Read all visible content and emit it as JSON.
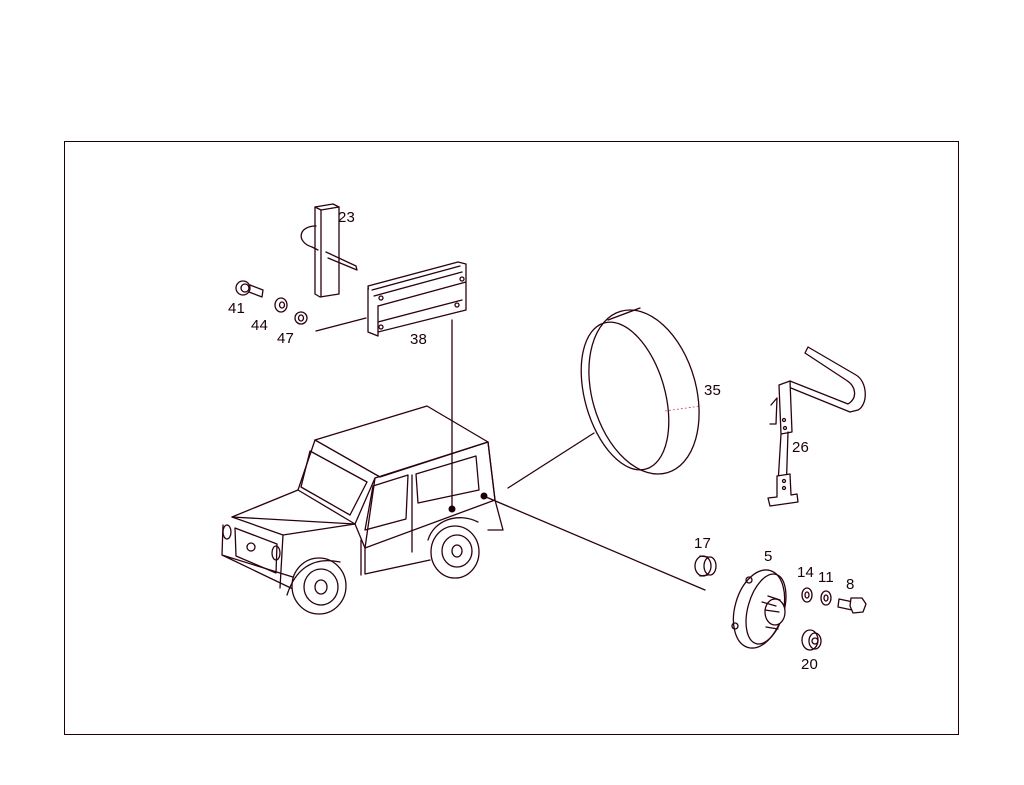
{
  "diagram": {
    "type": "exploded-parts-diagram",
    "subject": "spare wheel carrier assembly on off-road vehicle",
    "colors": {
      "line": "#2a0010",
      "accent": "#c0174a",
      "background": "#ffffff"
    },
    "parts": [
      {
        "id": "p23",
        "number": "23",
        "name": "carrier post with U-bolt"
      },
      {
        "id": "p41",
        "number": "41",
        "name": "hex bolt"
      },
      {
        "id": "p44",
        "number": "44",
        "name": "washer"
      },
      {
        "id": "p47",
        "number": "47",
        "name": "spring washer"
      },
      {
        "id": "p38",
        "number": "38",
        "name": "mounting bracket"
      },
      {
        "id": "p35",
        "number": "35",
        "name": "spare wheel cover"
      },
      {
        "id": "p26",
        "number": "26",
        "name": "strap bracket"
      },
      {
        "id": "p17",
        "number": "17",
        "name": "bushing"
      },
      {
        "id": "p5",
        "number": "5",
        "name": "wheel carrier hub plate"
      },
      {
        "id": "p14",
        "number": "14",
        "name": "washer"
      },
      {
        "id": "p11",
        "number": "11",
        "name": "spring washer"
      },
      {
        "id": "p8",
        "number": "8",
        "name": "hex bolt"
      },
      {
        "id": "p20",
        "number": "20",
        "name": "wheel nut"
      }
    ]
  }
}
